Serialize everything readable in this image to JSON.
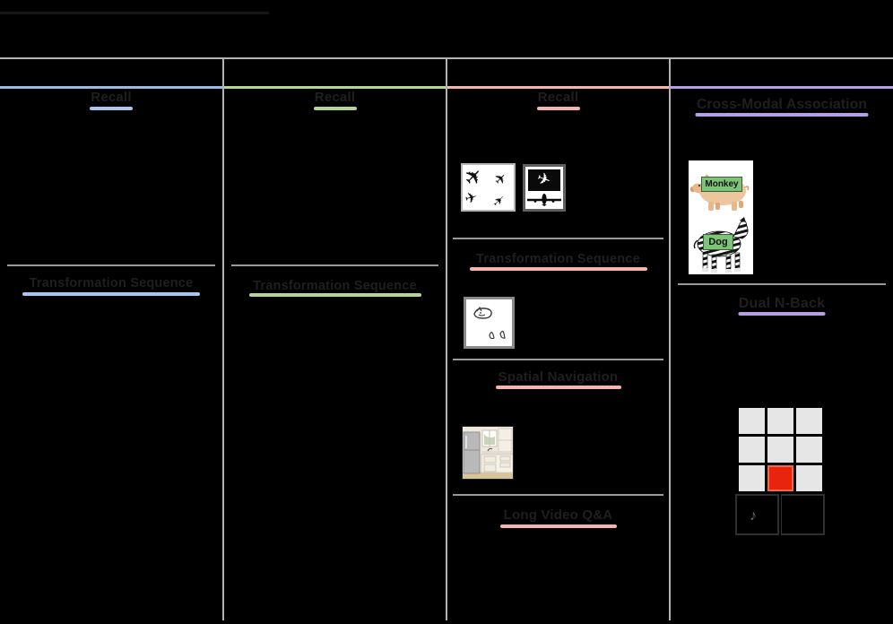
{
  "figure": {
    "background": "#000000",
    "frame_color": "#b3b3b3"
  },
  "columns": [
    {
      "accent_color": "#9cb9e2",
      "sections": [
        {
          "title": "Recall"
        },
        {
          "title": "Transformation Sequence"
        }
      ]
    },
    {
      "accent_color": "#b6d493",
      "sections": [
        {
          "title": "Recall"
        },
        {
          "title": "Transformation Sequence"
        }
      ]
    },
    {
      "accent_color": "#f3b5ad",
      "sections": [
        {
          "title": "Recall"
        },
        {
          "title": "Transformation Sequence"
        },
        {
          "title": "Spatial Navigation"
        },
        {
          "title": "Long Video Q&A"
        }
      ]
    },
    {
      "accent_color": "#b69ee8",
      "sections": [
        {
          "title": "Cross-Modal Association"
        },
        {
          "title": "Dual N-Back"
        }
      ]
    }
  ],
  "cross_modal": {
    "pig_label": "Monkey",
    "zebra_label": "Dog",
    "label_color": "#7cc578"
  },
  "dual_n_back": {
    "grid": {
      "rows": 3,
      "cols": 3,
      "active_row": 3,
      "active_col": 2,
      "active_color": "#e8240f",
      "cell_color": "#e6e6e6"
    },
    "note_icon": "♪"
  },
  "icons": {
    "airplane": "✈"
  }
}
